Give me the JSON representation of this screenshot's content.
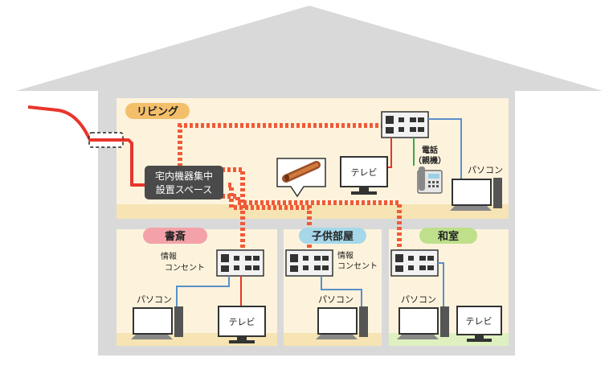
{
  "rooms": {
    "living": {
      "label": "リビング",
      "color": "#f4bf6a"
    },
    "study": {
      "label": "書斎",
      "color": "#f2a2a8"
    },
    "kids": {
      "label": "子供部屋",
      "color": "#a6d8ea"
    },
    "washitsu": {
      "label": "和室",
      "color": "#bfe08a"
    }
  },
  "equipment_space": {
    "line1": "宅内機器集中",
    "line2": "設置スペース"
  },
  "outlet_label": {
    "line1": "情報",
    "line2": "コンセント"
  },
  "devices": {
    "tv": "テレビ",
    "pc": "パソコン",
    "phone_line1": "電話",
    "phone_line2": "（親機）"
  },
  "colors": {
    "incoming_line": "#e8352b",
    "dashed_cable": "#f05a38",
    "lan_cable": "#5b8fc9",
    "phone_cable": "#3aa84f",
    "room_bg": "#fdf3dc",
    "house_wall": "#d9d9d9"
  }
}
